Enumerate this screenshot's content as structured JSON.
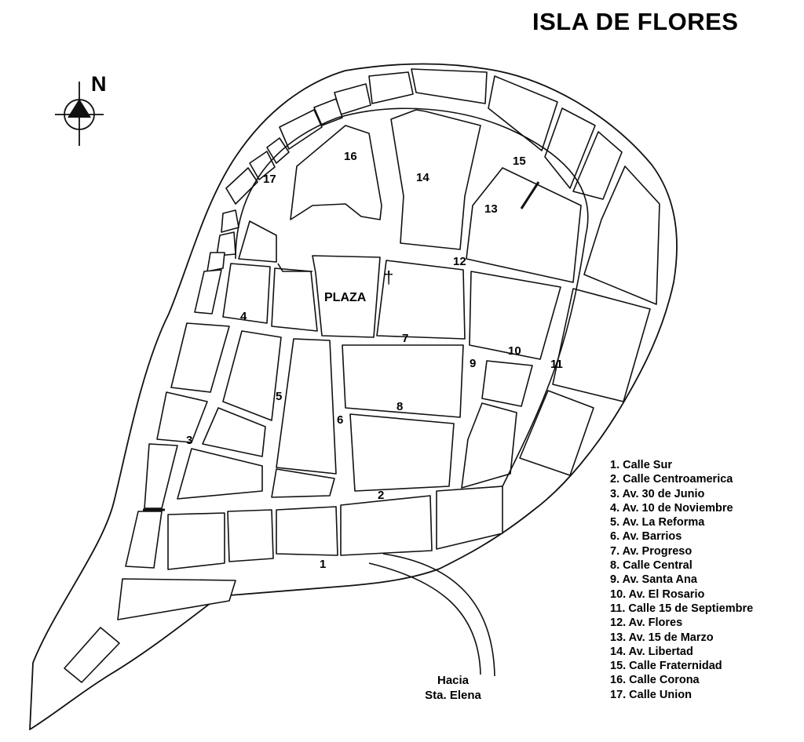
{
  "map": {
    "title": "ISLA DE FLORES",
    "north_label": "N",
    "plaza_label": "PLAZA",
    "church_icon": "cross-icon",
    "destination": {
      "line1": "Hacia",
      "line2": "Sta. Elena"
    },
    "street_numbers": [
      "1",
      "2",
      "3",
      "4",
      "5",
      "6",
      "7",
      "8",
      "9",
      "10",
      "11",
      "12",
      "13",
      "14",
      "15",
      "16",
      "17"
    ],
    "legend": [
      "1. Calle Sur",
      "2. Calle Centroamerica",
      "3. Av. 30 de Junio",
      "4. Av. 10 de Noviembre",
      "5. Av. La Reforma",
      "6. Av. Barrios",
      "7. Av. Progreso",
      "8. Calle Central",
      "9. Av. Santa Ana",
      "10. Av. El Rosario",
      "11. Calle 15 de Septiembre",
      "12. Av. Flores",
      "13. Av. 15 de Marzo",
      "14. Av. Libertad",
      "15. Calle Fraternidad",
      "16. Calle Corona",
      "17. Calle Union"
    ]
  }
}
